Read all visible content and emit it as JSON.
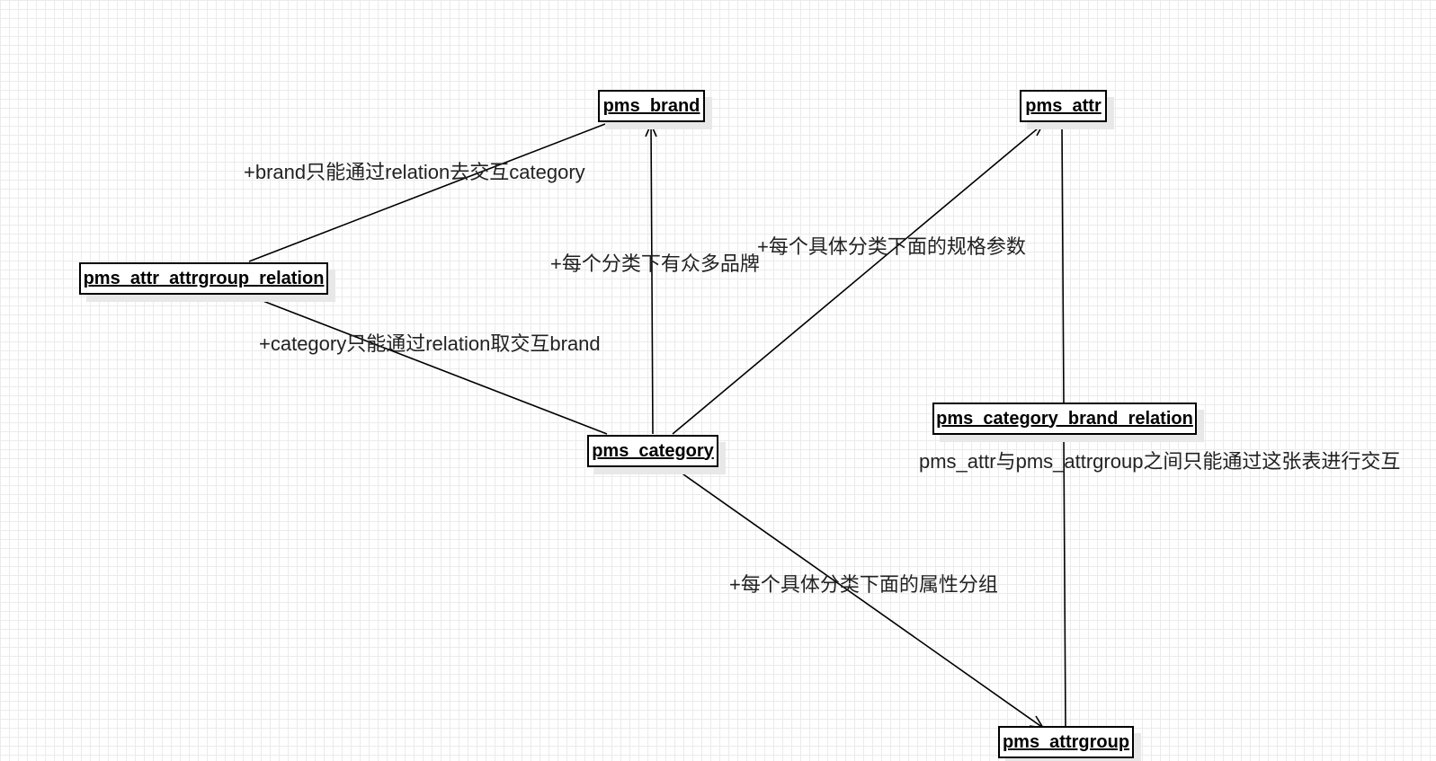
{
  "diagram": {
    "nodes": {
      "pms_brand": "pms_brand",
      "pms_attr": "pms_attr",
      "pms_attr_attrgroup_relation": "pms_attr_attrgroup_relation",
      "pms_category": "pms_category",
      "pms_category_brand_relation": "pms_category_brand_relation",
      "pms_attrgroup": "pms_attrgroup"
    },
    "edge_labels": {
      "brand_via_relation": "+brand只能通过relation去交互category",
      "category_via_relation": "+category只能通过relation取交互brand",
      "category_has_brands": "+每个分类下有众多品牌",
      "category_spec_params": "+每个具体分类下面的规格参数",
      "attr_attrgroup_via_table": "pms_attr与pms_attrgroup之间只能通过这张表进行交互",
      "category_attr_groups": "+每个具体分类下面的属性分组"
    },
    "colors": {
      "line": "#000000",
      "grid": "#ebebeb",
      "node_border": "#000000",
      "node_shadow": "#e8e8e8",
      "label_text": "#222222"
    }
  }
}
